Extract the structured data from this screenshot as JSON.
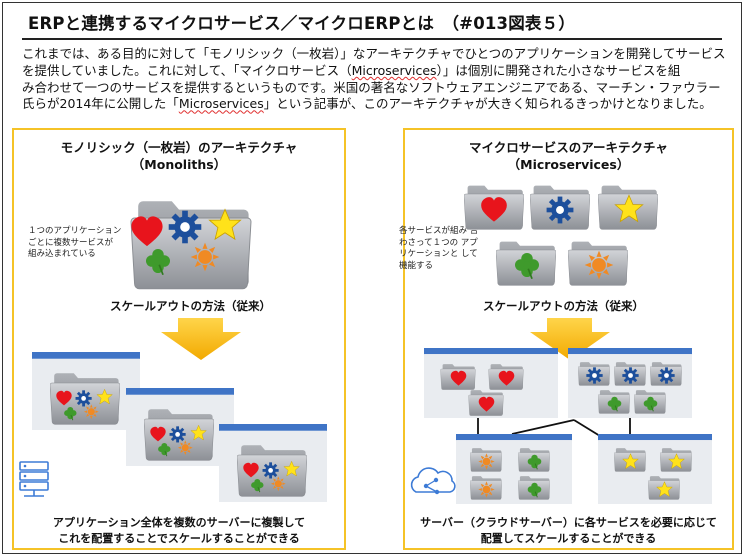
{
  "title": "ERPと連携するマイクロサービス／マイクロERPとは　（#013図表５）",
  "intro": {
    "l1": "これまでは、ある目的に対して「モノリシック（一枚岩）」なアーキテクチャでひとつのアプリケーションを開発してサービス",
    "l2a": "を提供していました。これに対して、「マイクロサービス（",
    "l2b": "Microservices",
    "l2c": "）」は個別に開発された小さなサービスを組",
    "l3": "み合わせて一つのサービスを提供するというものです。米国の著名なソフトウェアエンジニアである、マーチン・ファウラー",
    "l4a": "氏らが2014年に公開した「",
    "l4b": "Microservices",
    "l4c": "」という記事が、このアーキテクチャが大きく知られるきっかけとなりました。"
  },
  "left": {
    "title1": "モノリシック（一枚岩）のアーキテクチャ",
    "title2": "（Monoliths）",
    "note": "１つのアプリケーション ごとに複数サービスが 組み込まれている",
    "scale": "スケールアウトの方法（従来）",
    "cap1": "アプリケーション全体を複数のサーバーに複製して",
    "cap2": "これを配置することでスケールすることができる"
  },
  "right": {
    "title1": "マイクロサービスのアーキテクチャ",
    "title2": "（Microservices）",
    "note": "各サービスが組み 合わさって１つの アプリケーションと して機能する",
    "scale": "スケールアウトの方法（従来）",
    "cap1": "サーバー（クラウドサーバー）に各サービスを必要に応じて",
    "cap2": "配置してスケールすることができる"
  },
  "colors": {
    "panel_border": "#f5c327",
    "arrow": "#f5b800",
    "heart": "#e8141c",
    "gear": "#1d4f9c",
    "star": "#ffe21a",
    "clover": "#3f9a2c",
    "sun": "#f08a24",
    "window_bar": "#3f74c6"
  }
}
